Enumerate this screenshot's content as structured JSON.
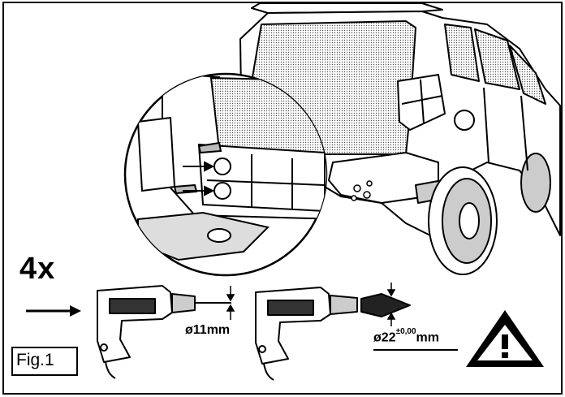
{
  "figure": {
    "label": "Fig.1",
    "multiplier": "4x"
  },
  "drill_steps": [
    {
      "diameter": "ø11mm"
    },
    {
      "diameter_main": "ø22",
      "tolerance": "±0,00",
      "unit": "mm"
    }
  ],
  "icons": {
    "warning": "warning-triangle-icon",
    "arrow": "arrow-right-icon",
    "drill": "power-drill-icon"
  },
  "colors": {
    "ink": "#000000",
    "paper": "#ffffff",
    "shading": "#c8c8c8"
  }
}
